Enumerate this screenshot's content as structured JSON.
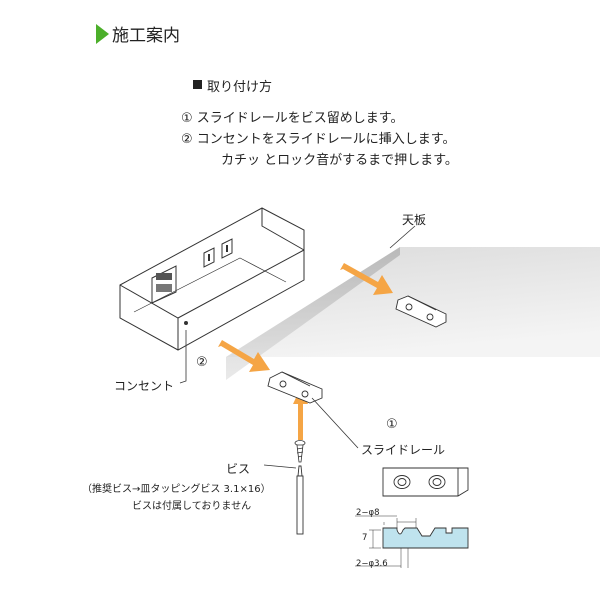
{
  "header": {
    "title": "施工案内"
  },
  "mounting": {
    "title": "取り付け方",
    "steps": [
      "① スライドレールをビス留めします。",
      "② コンセントをスライドレールに挿入します。",
      "カチッ とロック音がするまで押します。"
    ]
  },
  "labels": {
    "table_top": "天板",
    "outlet": "コンセント",
    "slide_rail": "スライドレール",
    "screw": "ビス",
    "screw_recommend": "（推奨ビス→皿タッピングビス 3.1×16）",
    "screw_note": "ビスは付属しておりません",
    "marker_1": "①",
    "marker_2": "②"
  },
  "dimensions": {
    "hole_large": "2−φ8",
    "height": "7",
    "hole_small": "2−φ3.6"
  },
  "colors": {
    "accent_arrow": "#f5a545",
    "header_arrow": "#4caf2a",
    "rail_section": "#bfe3ee"
  }
}
